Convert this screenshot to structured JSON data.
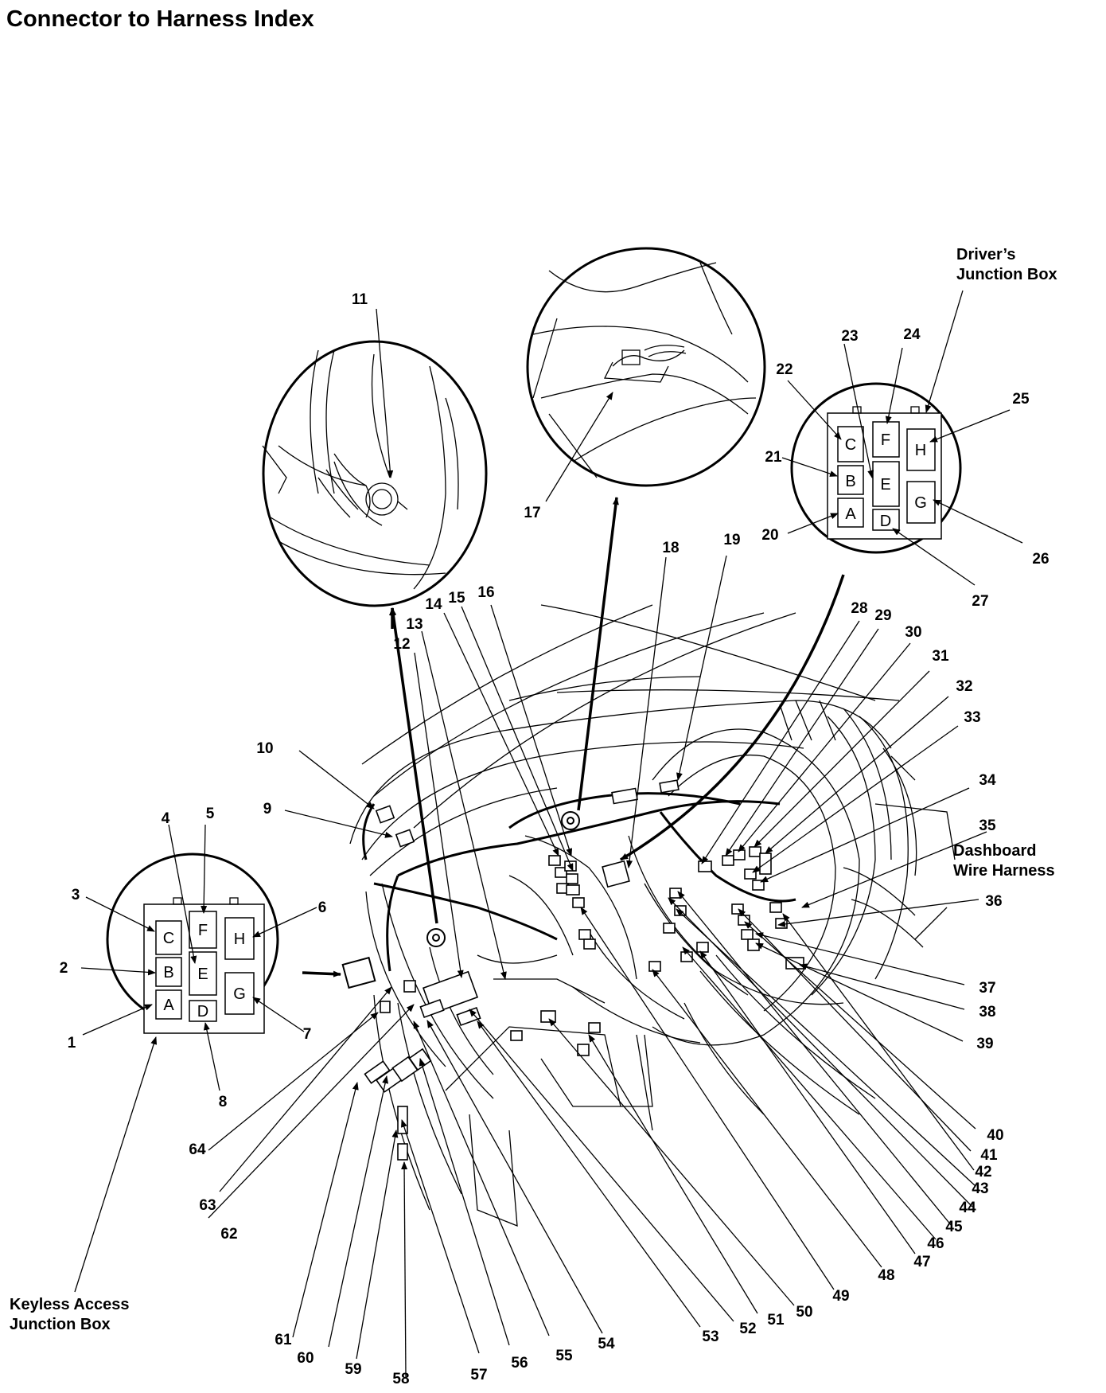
{
  "title": "Connector to Harness Index",
  "labels": {
    "drivers_junction_box": [
      "Driver’s",
      "Junction Box"
    ],
    "keyless_access_junction_box": [
      "Keyless Access",
      "Junction Box"
    ],
    "dashboard_wire_harness": [
      "Dashboard",
      "Wire Harness"
    ]
  },
  "fuse_box_slots": [
    "A",
    "B",
    "C",
    "D",
    "E",
    "F",
    "G",
    "H"
  ],
  "callouts": [
    "1",
    "2",
    "3",
    "4",
    "5",
    "6",
    "7",
    "8",
    "9",
    "10",
    "11",
    "12",
    "13",
    "14",
    "15",
    "16",
    "17",
    "18",
    "19",
    "20",
    "21",
    "22",
    "23",
    "24",
    "25",
    "26",
    "27",
    "28",
    "29",
    "30",
    "31",
    "32",
    "33",
    "34",
    "35",
    "36",
    "37",
    "38",
    "39",
    "40",
    "41",
    "42",
    "43",
    "44",
    "45",
    "46",
    "47",
    "48",
    "49",
    "50",
    "51",
    "52",
    "53",
    "54",
    "55",
    "56",
    "57",
    "58",
    "59",
    "60",
    "61",
    "62",
    "63",
    "64"
  ]
}
